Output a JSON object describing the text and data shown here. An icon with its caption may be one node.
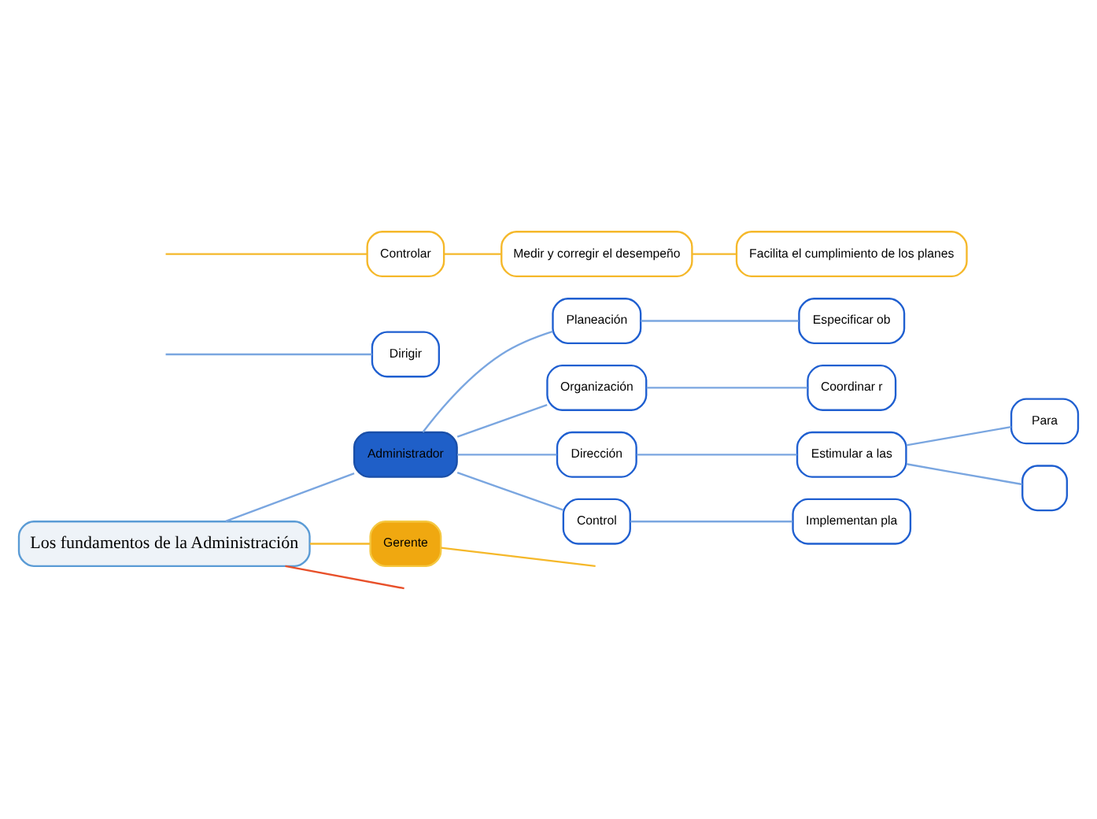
{
  "diagram": {
    "nodes": [
      {
        "text": [
          "Los fundamentos de la Administración"
        ]
      },
      {
        "text": [
          "Administrador"
        ]
      },
      {
        "text": [
          "Planeación"
        ]
      },
      {
        "text": [
          "Especificar ob"
        ]
      },
      {
        "text": [
          "Organización"
        ]
      },
      {
        "text": [
          "Coordinar r"
        ]
      },
      {
        "text": [
          "Dirección"
        ]
      },
      {
        "text": [
          "Estimular a las"
        ]
      },
      {
        "text": [
          "Para"
        ]
      },
      {
        "text": [],
        "shape": "box"
      },
      {
        "text": [
          "Dirigir"
        ]
      },
      {
        "text": [
          "Control"
        ]
      },
      {
        "text": [
          "Implementan pla"
        ]
      },
      {
        "text": [
          "Gerente"
        ]
      },
      {
        "text": [
          "Controlar"
        ]
      },
      {
        "text": [
          "Medir y corregir el desempeño"
        ]
      },
      {
        "text": [
          "Facilita el cumplimiento de los planes"
        ]
      }
    ],
    "edges": [
      {
        "from": 0,
        "to": 1,
        "arrow": "none"
      },
      {
        "from": 1,
        "to": 2,
        "arrow": "none"
      },
      {
        "from": 1,
        "to": 4,
        "arrow": "none"
      },
      {
        "from": 1,
        "to": 6,
        "arrow": "none"
      },
      {
        "from": 1,
        "to": 11,
        "arrow": "none"
      },
      {
        "from": 2,
        "to": 3,
        "arrow": "none"
      },
      {
        "from": 4,
        "to": 5,
        "arrow": "none"
      },
      {
        "from": 6,
        "to": 7,
        "arrow": "none"
      },
      {
        "from": 7,
        "to": 8,
        "arrow": "none"
      },
      {
        "from": 7,
        "to": 9,
        "arrow": "none"
      },
      {
        "from": null,
        "to": 10,
        "arrow": "none"
      },
      {
        "from": 11,
        "to": 12,
        "arrow": "none"
      },
      {
        "from": 0,
        "to": 13,
        "arrow": "none",
        "color": "#f5b82a"
      },
      {
        "from": 13,
        "to": null,
        "arrow": "none",
        "color": "#f5b82a"
      },
      {
        "from": null,
        "to": 14,
        "arrow": "none",
        "color": "#f5b82a"
      },
      {
        "from": 14,
        "to": 15,
        "arrow": "none",
        "color": "#f5b82a"
      },
      {
        "from": 15,
        "to": 16,
        "arrow": "none",
        "color": "#f5b82a"
      },
      {
        "from": 0,
        "to": null,
        "arrow": "none",
        "color": "#e8502a"
      }
    ]
  }
}
